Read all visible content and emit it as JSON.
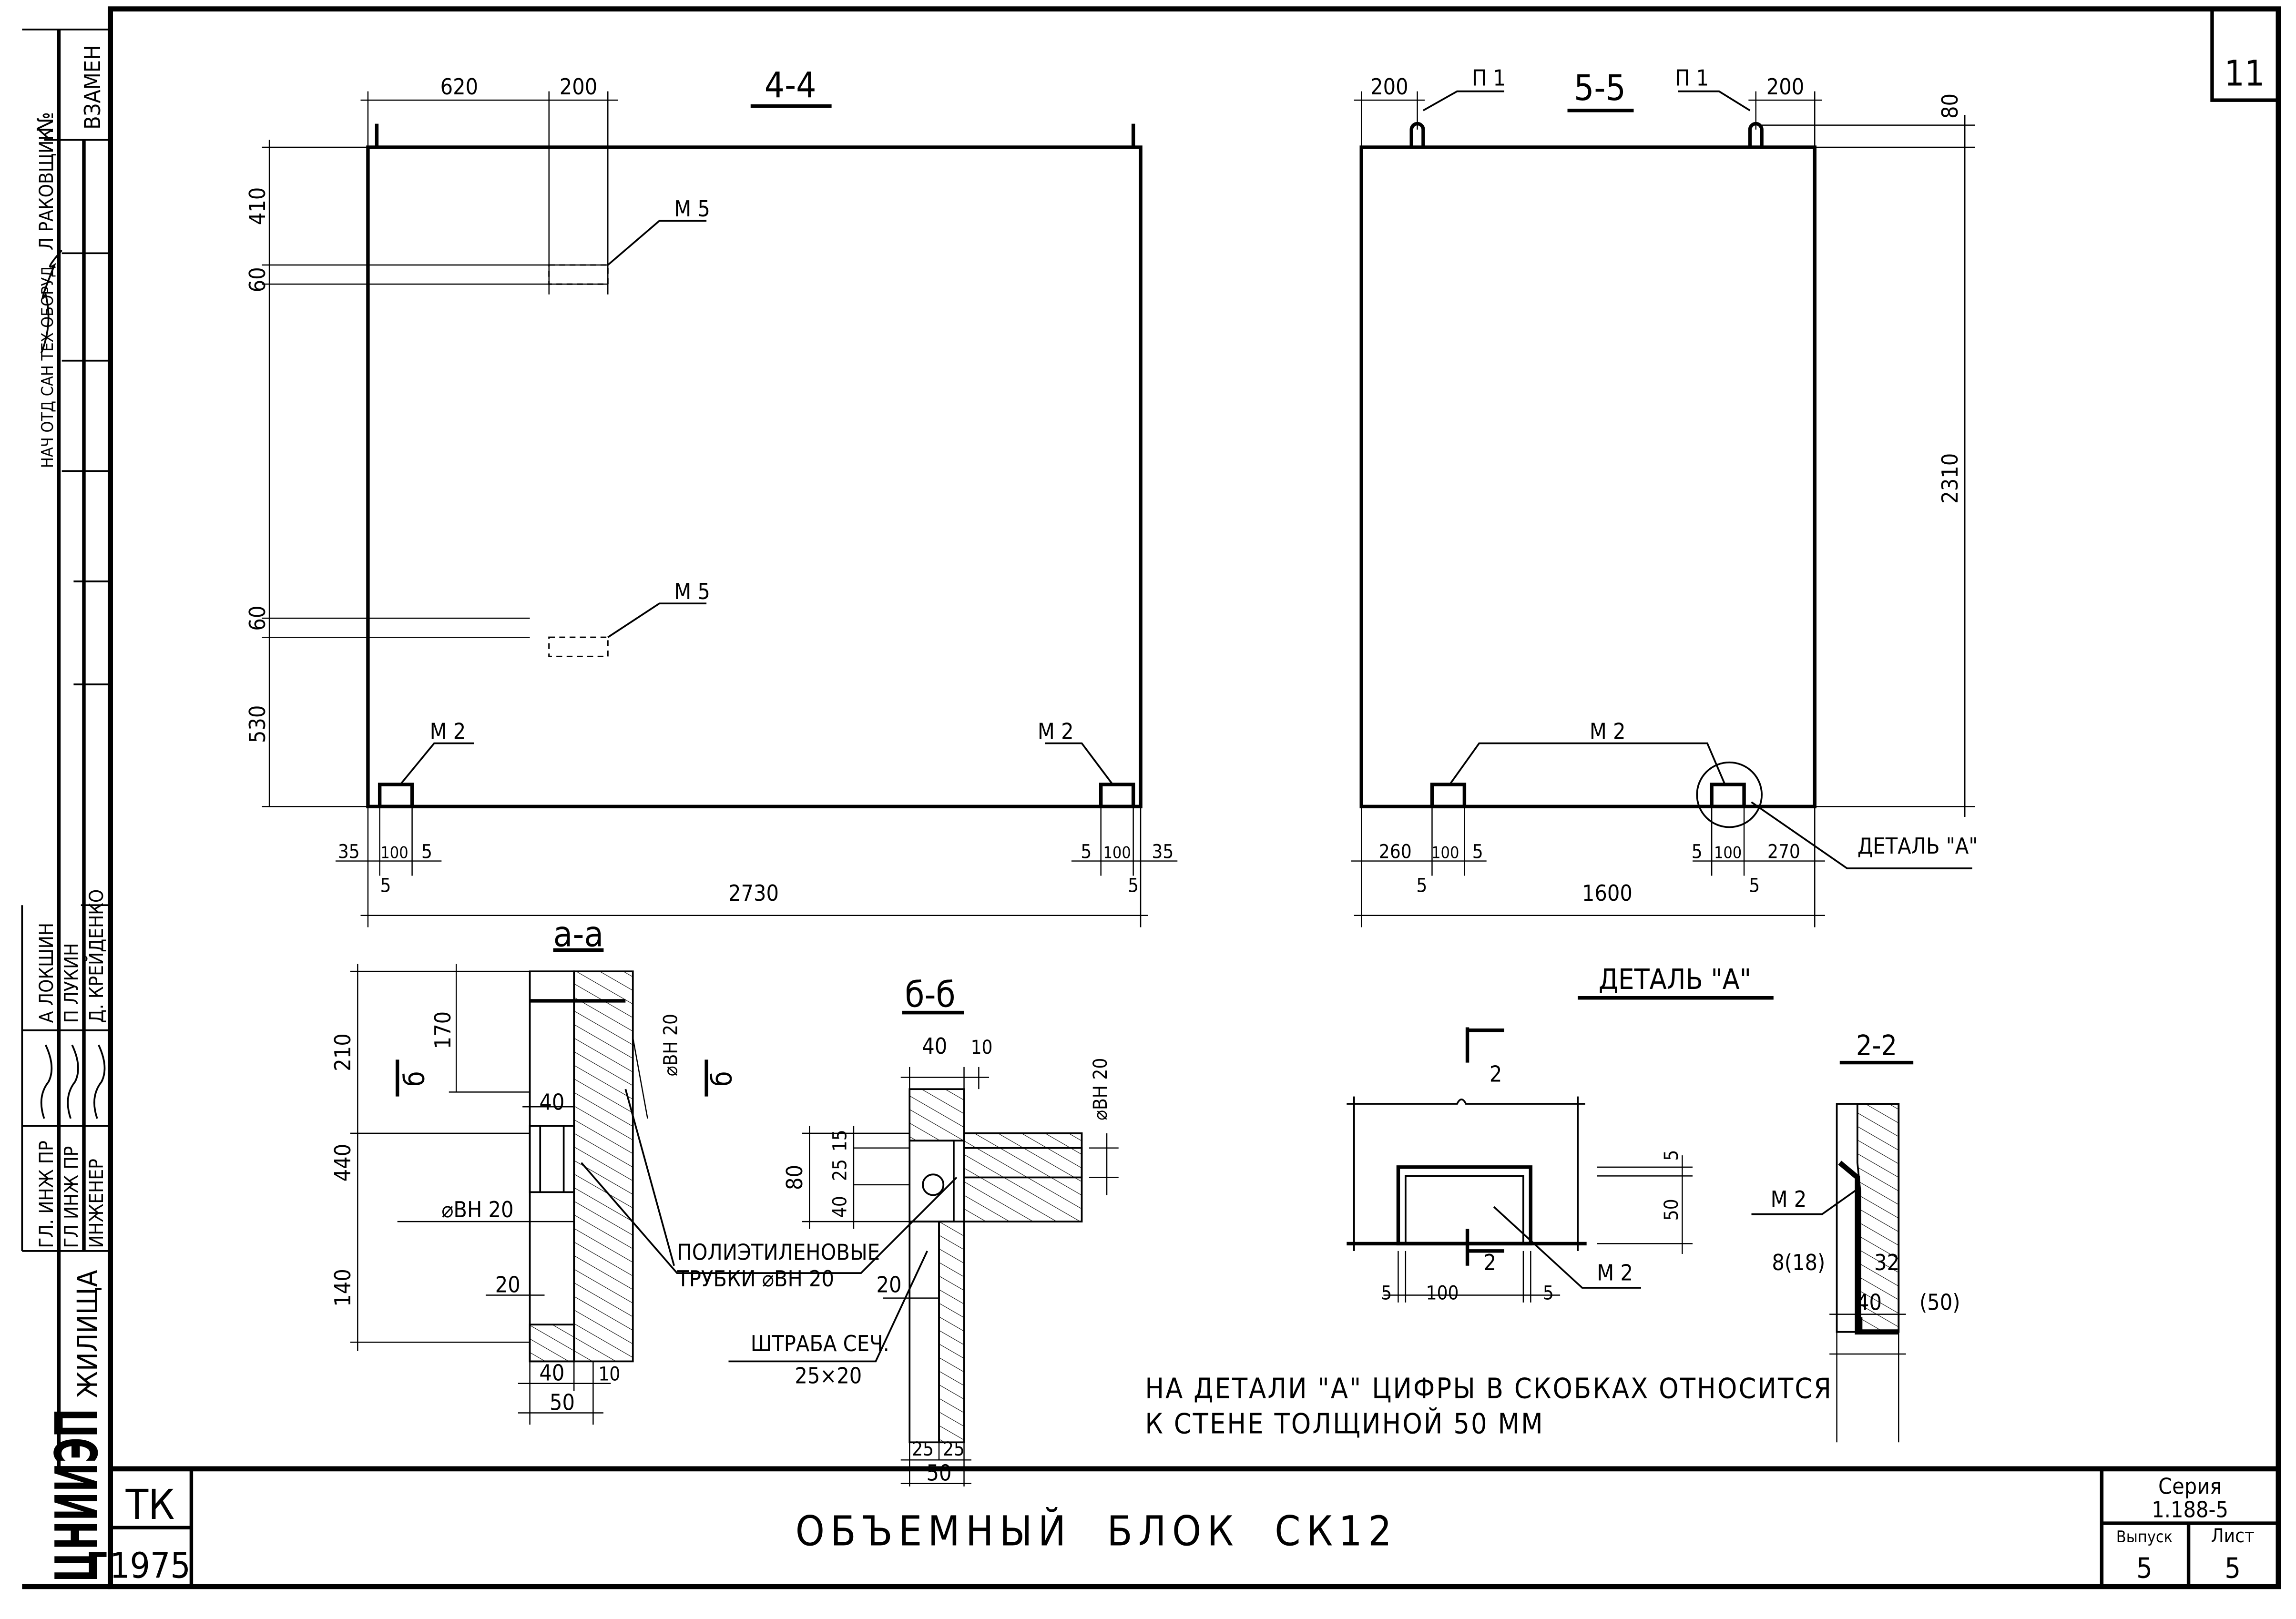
{
  "sheet_number": "11",
  "stamp": {
    "replacement_label": "ВЗАМЕН",
    "number_label": "№",
    "roles": [
      "НАЧ ОТД САН ТЕХ ОБОРУД",
      "ГЛ. ИНЖ ПР",
      "ГЛ ИНЖ ПР",
      "ИНЖЕНЕР"
    ],
    "names": [
      "Л РАКОВЩИК",
      "А ЛОКШИН",
      "П ЛУКИН",
      "Д. КРЕЙДЕНКО"
    ],
    "organization": "ЦНИИЭП",
    "organization_sub": "ЖИЛИЩА"
  },
  "title_block": {
    "code": "ТК",
    "year": "1975",
    "title": "ОБЪЕМНЫЙ  БЛОК  СК12",
    "series_label": "Серия",
    "series_value": "1.188-5",
    "issue_label": "Выпуск",
    "issue_value": "5",
    "sheet_label": "Лист",
    "sheet_value": "5"
  },
  "view_4_4": {
    "title": "4-4",
    "top_dims": [
      "620",
      "200"
    ],
    "left_dims": [
      "410",
      "60",
      "60",
      "530"
    ],
    "labels": {
      "m5": "М 5",
      "m2": "М 2"
    },
    "bottom_dims_left": [
      "35",
      "100",
      "5",
      "5"
    ],
    "bottom_dims_right": [
      "5",
      "100",
      "35",
      "5"
    ],
    "overall": "2730"
  },
  "view_5_5": {
    "title": "5-5",
    "top_dims": [
      "200",
      "200"
    ],
    "hook_label": "П 1",
    "right_dims": [
      "80",
      "2310"
    ],
    "m2_label": "М 2",
    "detail_callout": "ДЕТАЛЬ \"А\"",
    "bottom_dims_left": [
      "260",
      "100",
      "5",
      "5"
    ],
    "bottom_dims_right": [
      "5",
      "100",
      "270",
      "5"
    ],
    "overall": "1600"
  },
  "section_a_a": {
    "title": "а-а",
    "cut_mark": "б",
    "left_dims": [
      "210",
      "170",
      "440",
      "140"
    ],
    "inner_dims": [
      "40",
      "20"
    ],
    "diameter": "⌀ВН 20",
    "diameter_left": "⌀ВН 20",
    "bottom_dims": [
      "40",
      "10",
      "50"
    ],
    "pipes_note_1": "ПОЛИЭТИЛЕНОВЫЕ",
    "pipes_note_2": "ТРУБКИ ⌀ВН 20"
  },
  "section_b_b": {
    "title": "б-б",
    "top_dims": [
      "40",
      "10"
    ],
    "left_dims": [
      "80",
      "15",
      "25",
      "40"
    ],
    "diameter": "⌀ВН 20",
    "inner_dim": "20",
    "chase_note_1": "ШТРАБА СЕЧ.",
    "chase_note_2": "25×20",
    "bottom_dims": [
      "25",
      "25",
      "50"
    ]
  },
  "detail_a": {
    "title": "ДЕТАЛЬ \"А\"",
    "cut_label": "2",
    "m2_label": "М 2",
    "bottom_dims": [
      "5",
      "100",
      "5"
    ],
    "right_dims": [
      "5",
      "50"
    ]
  },
  "section_g_g": {
    "title": "2-2",
    "m2_label": "М 2",
    "dims": [
      "8(18)",
      "32",
      "40",
      "(50)"
    ]
  },
  "note": {
    "line1": "НА ДЕТАЛИ \"А\" ЦИФРЫ В СКОБКАХ ОТНОСИТСЯ",
    "line2": "К СТЕНЕ ТОЛЩИНОЙ 50 ММ"
  }
}
